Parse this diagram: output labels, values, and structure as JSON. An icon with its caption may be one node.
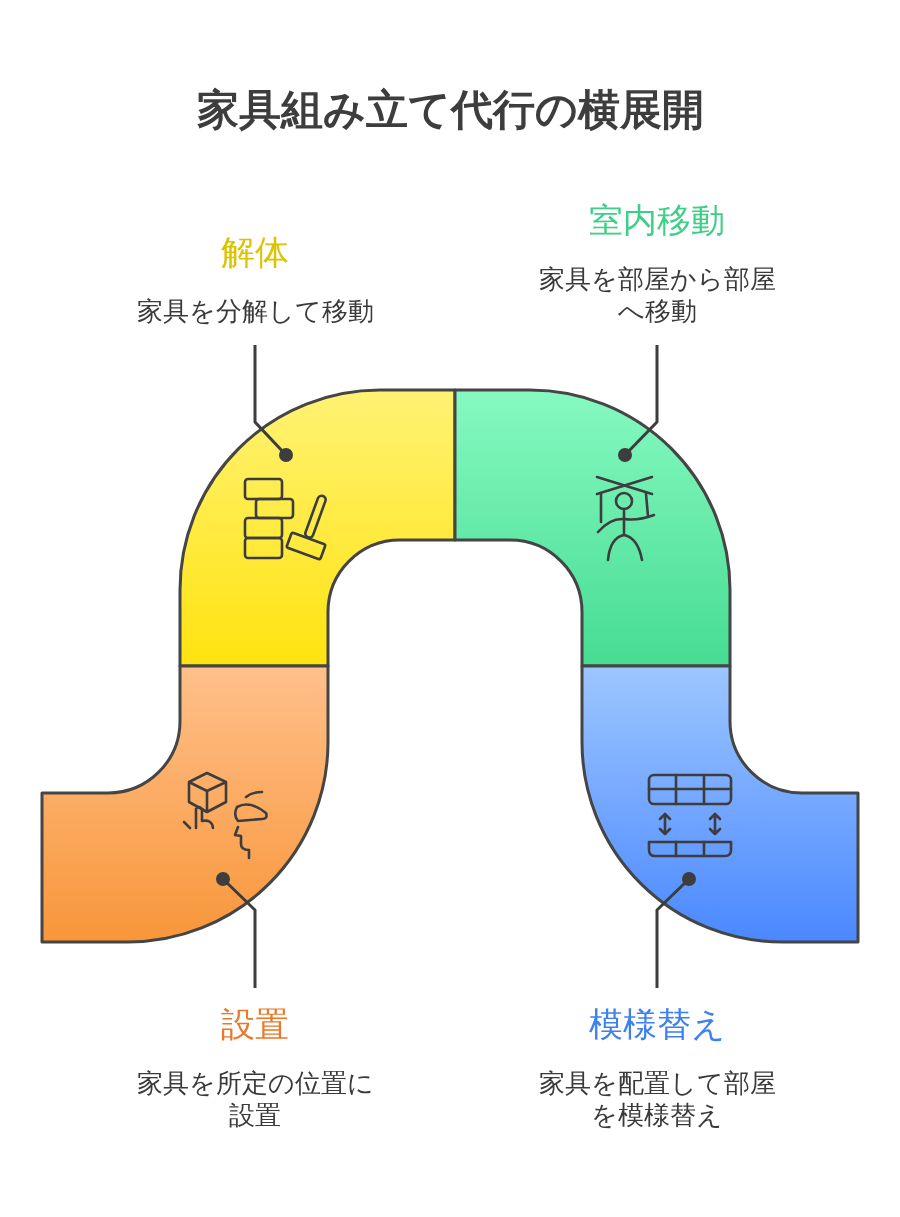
{
  "diagram": {
    "title": "家具組み立て代行の横展開",
    "nodes": [
      {
        "text": [
          "解体",
          "家具を分解して移動"
        ]
      },
      {
        "text": [
          "室内移動",
          "家具を部屋から部屋へ移動"
        ]
      },
      {
        "text": [],
        "shape": "band"
      },
      {
        "text": [],
        "shape": "band"
      },
      {
        "text": [],
        "shape": "band"
      },
      {
        "text": [],
        "shape": "band"
      },
      {
        "text": [
          "設置",
          "家具を所定の位置に設置"
        ]
      },
      {
        "text": [
          "模様替え",
          "家具を配置して部屋を模様替え"
        ]
      }
    ],
    "edges": [
      {
        "from": 0,
        "to": 2,
        "arrow": "other"
      },
      {
        "from": 1,
        "to": 3,
        "arrow": "other"
      },
      {
        "from": 6,
        "to": 4,
        "arrow": "other"
      },
      {
        "from": 7,
        "to": 5,
        "arrow": "other"
      }
    ]
  }
}
